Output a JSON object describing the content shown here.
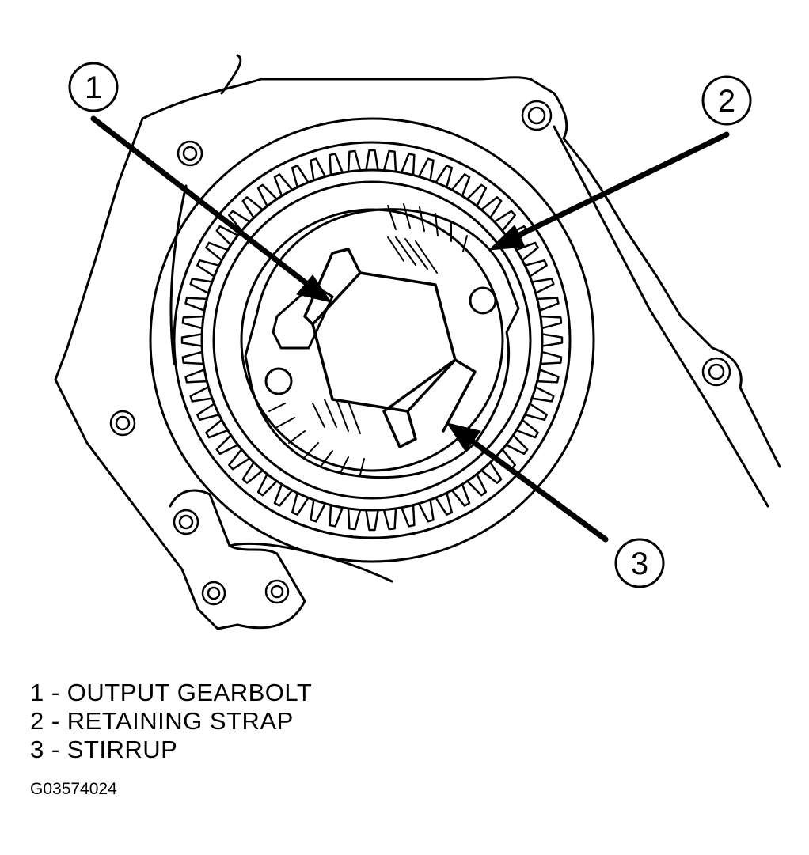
{
  "callouts": [
    {
      "number": "1"
    },
    {
      "number": "2"
    },
    {
      "number": "3"
    }
  ],
  "legend": [
    {
      "text": "1 - OUTPUT GEARBOLT"
    },
    {
      "text": "2 - RETAINING STRAP"
    },
    {
      "text": "3 - STIRRUP"
    }
  ],
  "figure_id": "G03574024",
  "colors": {
    "ink": "#000000",
    "paper": "#ffffff"
  }
}
